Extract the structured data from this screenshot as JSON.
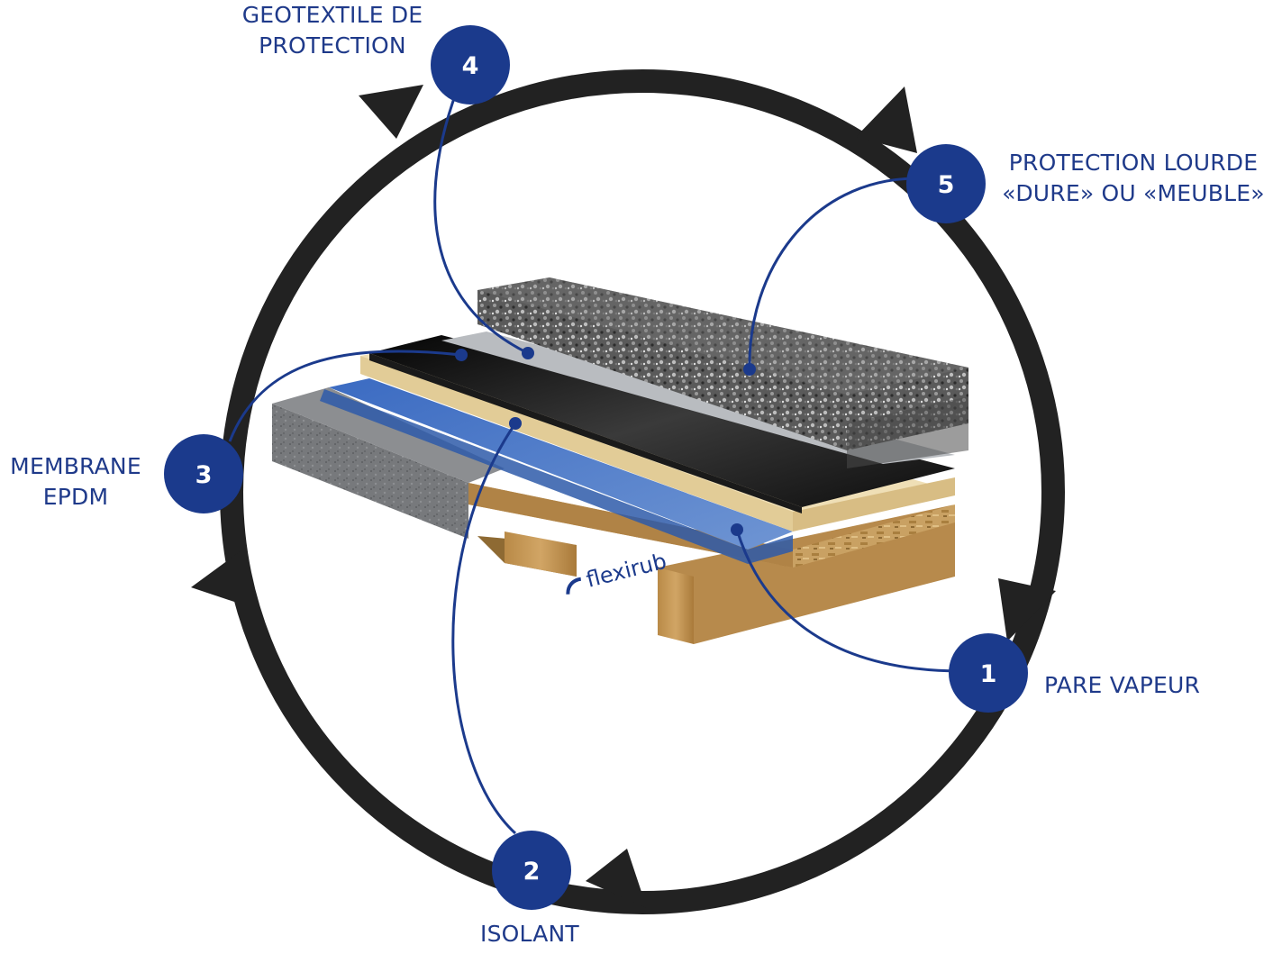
{
  "brand": {
    "logo_text": "flexirub"
  },
  "colors": {
    "accent": "#1b3a8c",
    "cycle_ring": "#222222",
    "label_text": "#1f3a8a"
  },
  "steps": [
    {
      "number": "1",
      "label_lines": [
        "PARE VAPEUR"
      ],
      "layer": "pare-vapeur"
    },
    {
      "number": "2",
      "label_lines": [
        "ISOLANT"
      ],
      "layer": "isolant"
    },
    {
      "number": "3",
      "label_lines": [
        "MEMBRANE",
        "EPDM"
      ],
      "layer": "membrane-epdm"
    },
    {
      "number": "4",
      "label_lines": [
        "GEOTEXTILE DE",
        "PROTECTION"
      ],
      "layer": "geotextile"
    },
    {
      "number": "5",
      "label_lines": [
        "PROTECTION LOURDE",
        "«DURE» OU «MEUBLE»"
      ],
      "layer": "protection-lourde"
    }
  ]
}
